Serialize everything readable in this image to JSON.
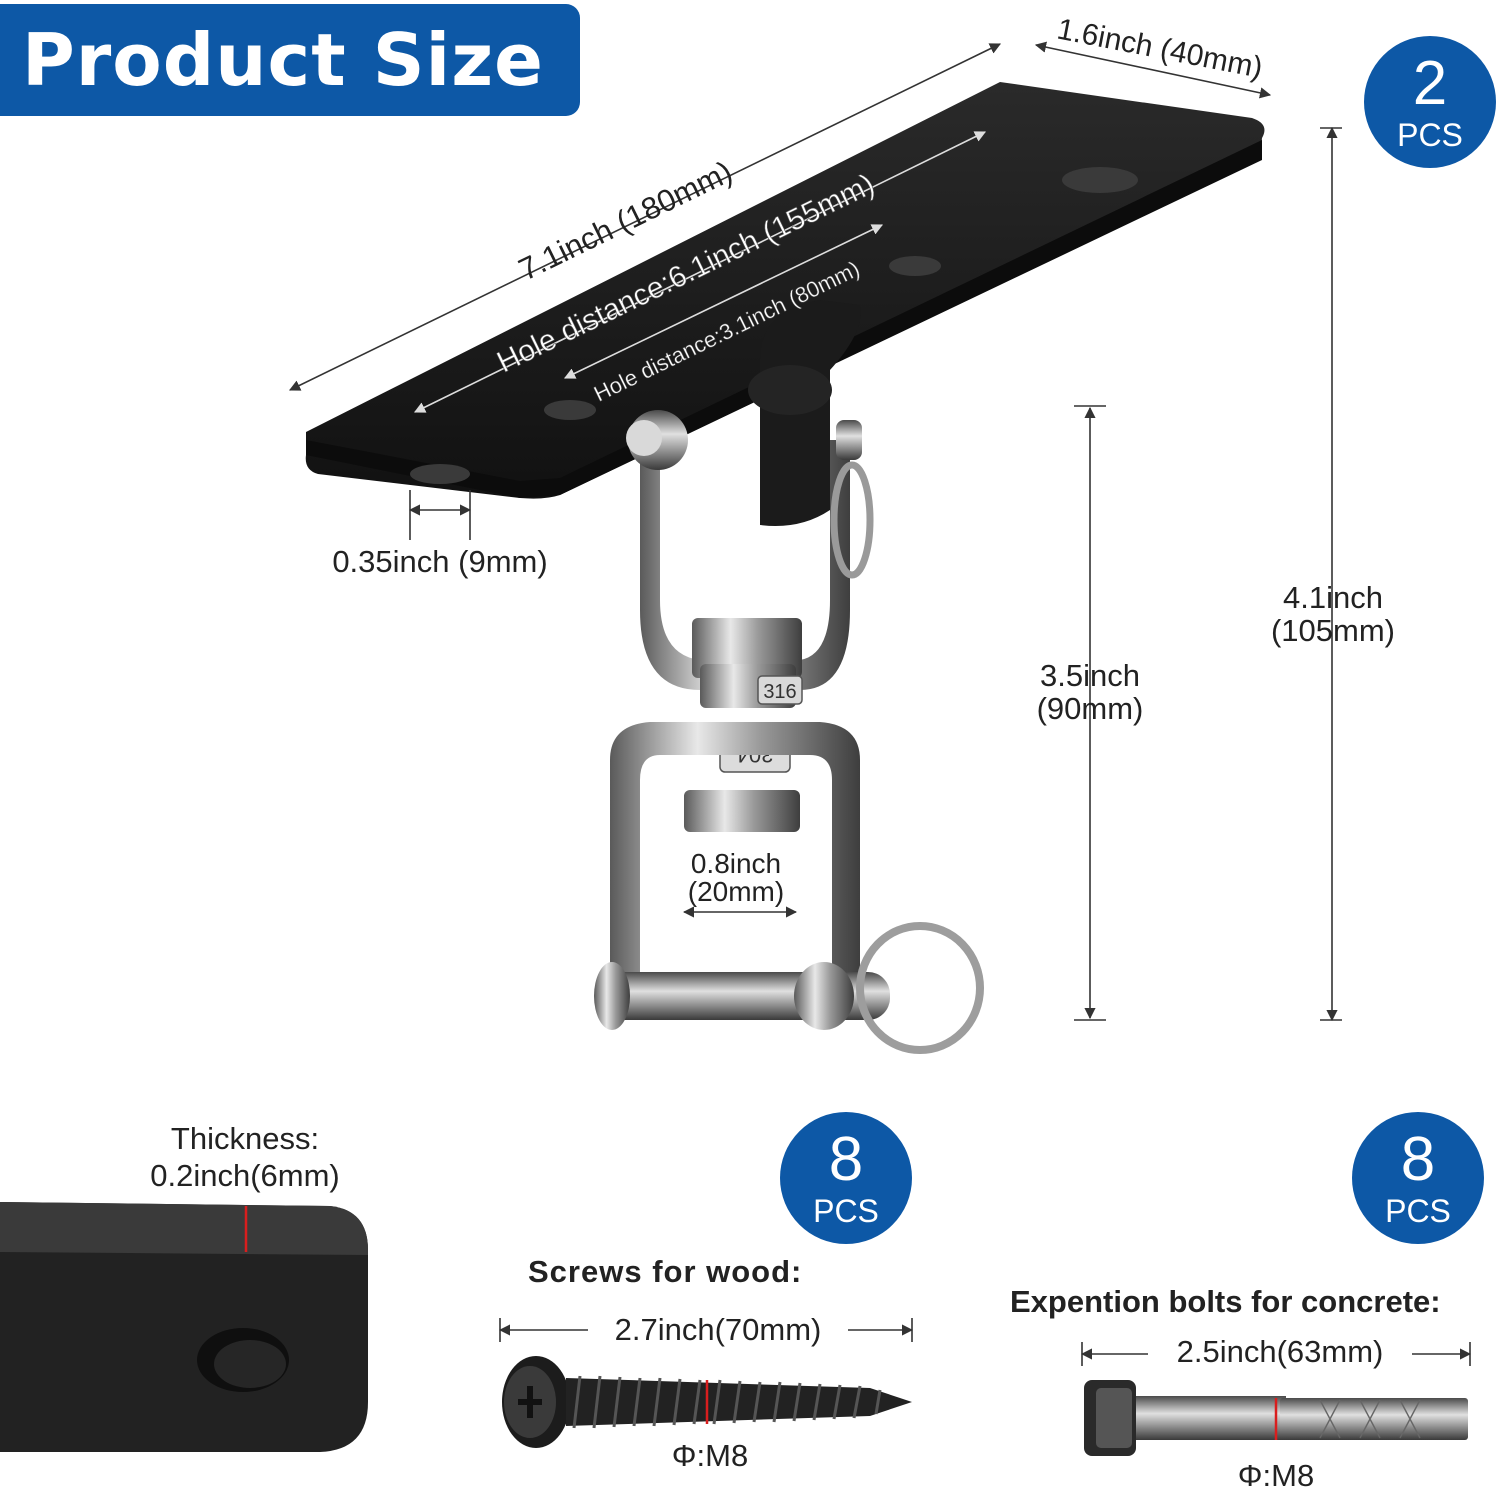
{
  "title": "Product Size",
  "badges": {
    "main": {
      "count": "2",
      "unit": "PCS"
    },
    "screws": {
      "count": "8",
      "unit": "PCS"
    },
    "bolts": {
      "count": "8",
      "unit": "PCS"
    }
  },
  "dimensions": {
    "plate_width": "1.6inch (40mm)",
    "plate_length": "7.1inch (180mm)",
    "hole_distance_outer": "Hole distance:6.1inch (155mm)",
    "hole_distance_inner": "Hole distance:3.1inch (80mm)",
    "hole_diameter": "0.35inch (9mm)",
    "total_height_in": "4.1inch",
    "total_height_mm": "(105mm)",
    "swivel_height_in": "3.5inch",
    "swivel_height_mm": "(90mm)",
    "shackle_width_in": "0.8inch",
    "shackle_width_mm": "(20mm)",
    "thickness_label": "Thickness:",
    "thickness_value": "0.2inch(6mm)"
  },
  "hardware": {
    "screw_heading": "Screws for wood:",
    "screw_length": "2.7inch(70mm)",
    "screw_diameter": "Φ:M8",
    "bolt_heading": "Expention bolts for concrete:",
    "bolt_length": "2.5inch(63mm)",
    "bolt_diameter": "Φ:M8"
  },
  "stamps": {
    "material_top": "316",
    "material_bottom": "304"
  },
  "colors": {
    "brand_blue": "#0d58a6",
    "plate_black": "#1c1c1c",
    "steel": "#b8b8b8",
    "red_marker": "#d91e1e"
  }
}
